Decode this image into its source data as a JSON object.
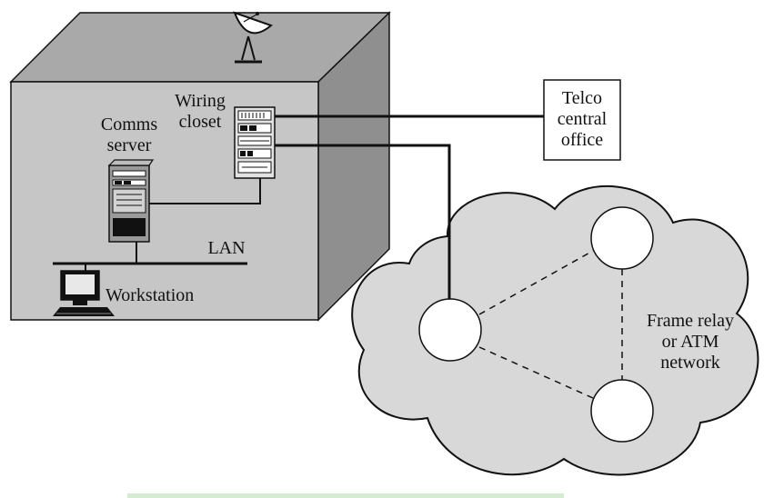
{
  "labels": {
    "wiring_closet": "Wiring\ncloset",
    "comms_server": "Comms\nserver",
    "lan": "LAN",
    "workstation": "Workstation",
    "telco": "Telco\ncentral\noffice",
    "network": "Frame relay\nor ATM\nnetwork"
  },
  "icons": {
    "satellite": "satellite-dish-icon",
    "wiring_rack": "wiring-closet-rack-icon",
    "server": "comms-server-icon",
    "workstation": "workstation-computer-icon"
  },
  "colors": {
    "building_front": "#c6c6c6",
    "building_top": "#a9a9a9",
    "building_side": "#8f8f8f",
    "cloud_fill": "#d8d8d8",
    "line": "#111111",
    "accent_bar": "#d6ecd2"
  }
}
